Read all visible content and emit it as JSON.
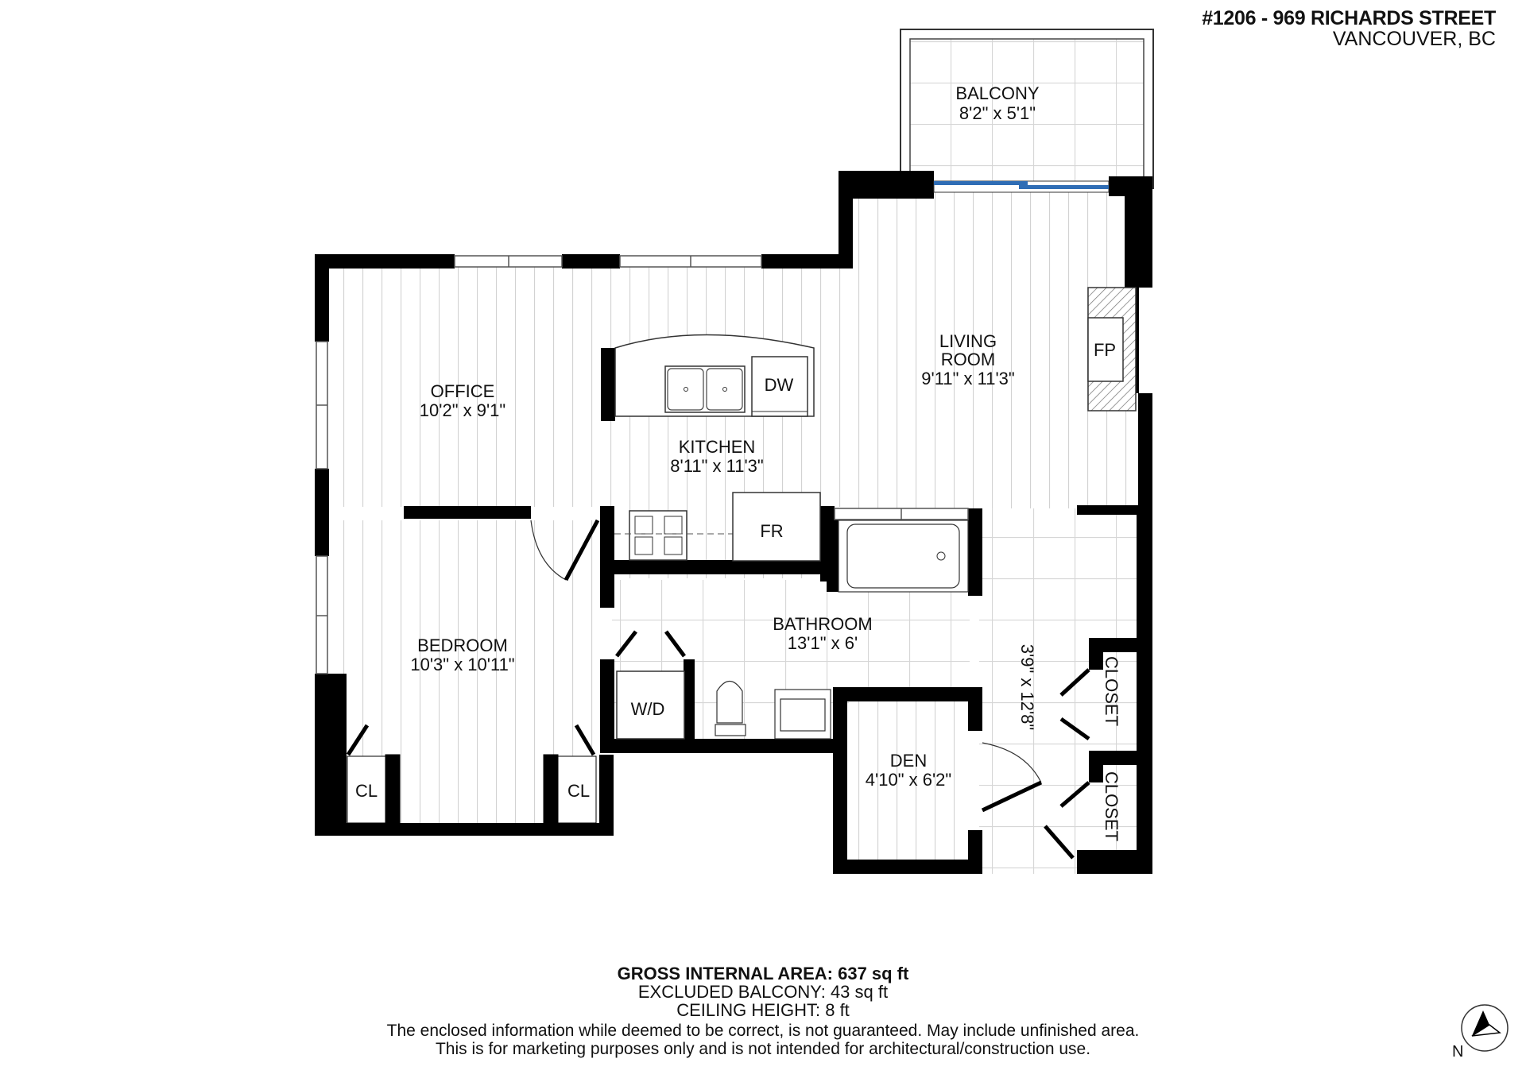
{
  "header": {
    "address": "#1206 - 969 RICHARDS STREET",
    "city": "VANCOUVER, BC"
  },
  "rooms": {
    "balcony": {
      "name": "BALCONY",
      "dims": "8'2\" x 5'1\""
    },
    "living": {
      "name_line1": "LIVING",
      "name_line2": "ROOM",
      "dims": "9'11\" x 11'3\""
    },
    "office": {
      "name": "OFFICE",
      "dims": "10'2\" x 9'1\""
    },
    "kitchen": {
      "name": "KITCHEN",
      "dims": "8'11\" x 11'3\""
    },
    "bedroom": {
      "name": "BEDROOM",
      "dims": "10'3\" x 10'11\""
    },
    "bathroom": {
      "name": "BATHROOM",
      "dims": "13'1\" x 6'"
    },
    "den": {
      "name": "DEN",
      "dims": "4'10\" x 6'2\""
    },
    "hall": {
      "dims": "3'9\" x 12'8\""
    },
    "closet_upper": {
      "name": "CLOSET"
    },
    "closet_lower": {
      "name": "CLOSET"
    },
    "cl_left": {
      "name": "CL"
    },
    "cl_right": {
      "name": "CL"
    }
  },
  "fixtures": {
    "dishwasher": "DW",
    "fridge": "FR",
    "fireplace": "FP",
    "washer_dryer": "W/D"
  },
  "footer": {
    "gross_area": "GROSS INTERNAL AREA: 637 sq ft",
    "excluded_balcony": "EXCLUDED BALCONY: 43 sq ft",
    "ceiling_height": "CEILING HEIGHT: 8 ft",
    "disclaimer_line1": "The enclosed information while deemed to be correct, is not guaranteed. May include unfinished area.",
    "disclaimer_line2": "This is for marketing purposes only and is not intended for architectural/construction use."
  },
  "compass": {
    "label": "N"
  },
  "colors": {
    "wall": "#000000",
    "floor_line": "#cfcfcf",
    "door_glass": "#2f6db5"
  }
}
